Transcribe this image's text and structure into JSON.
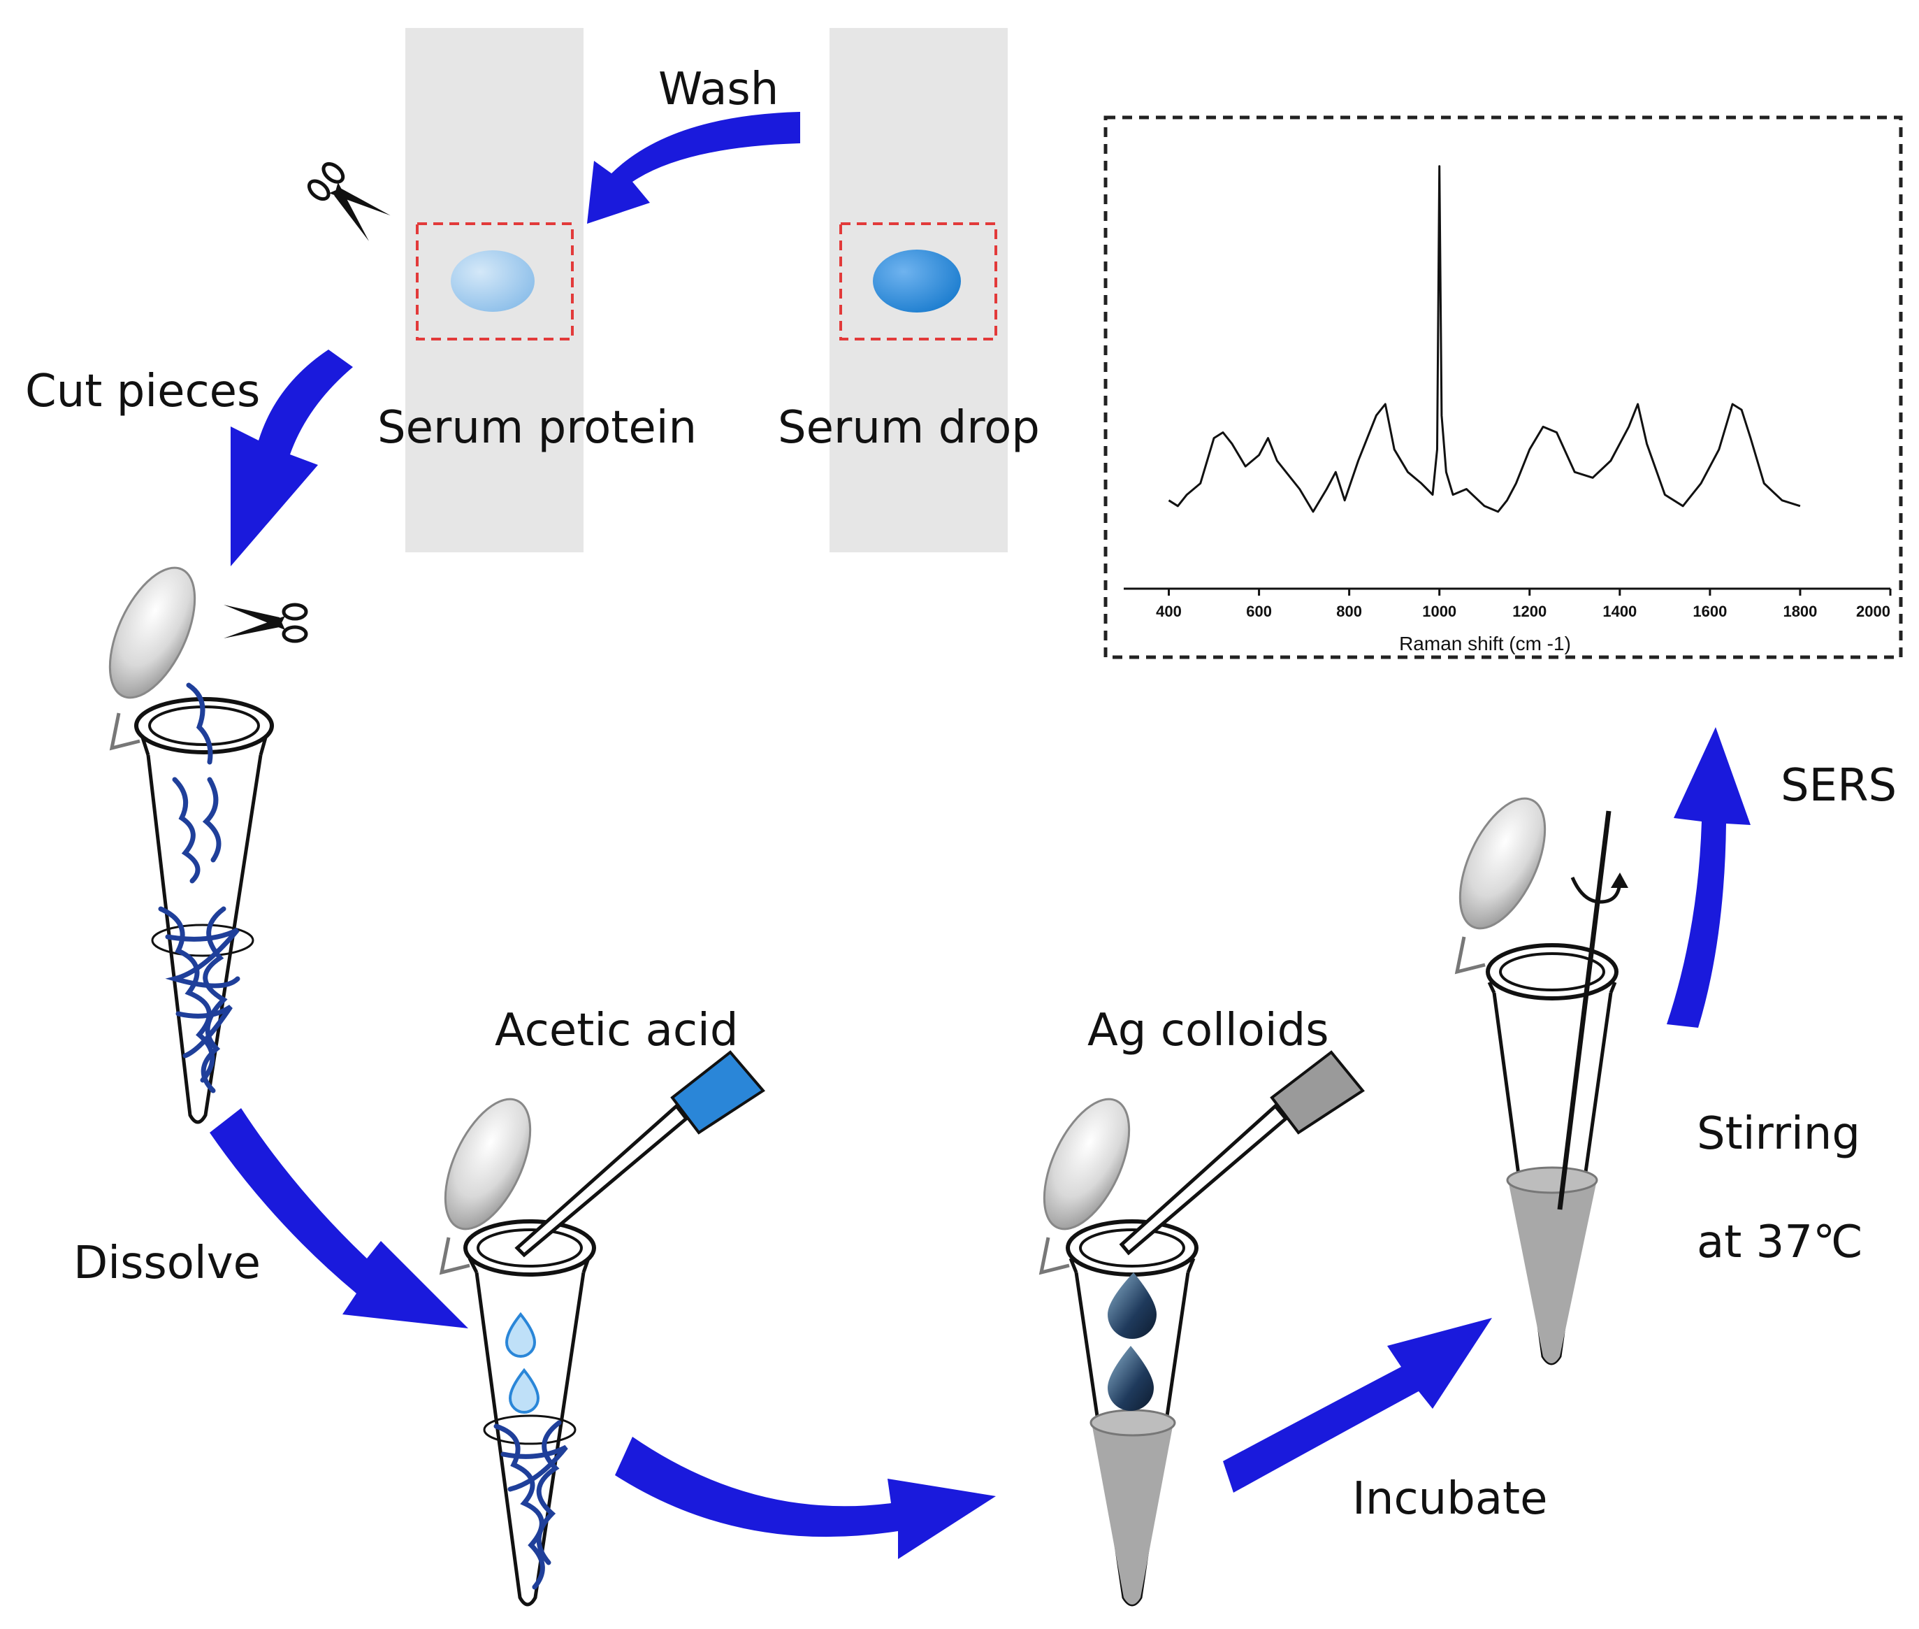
{
  "steps": {
    "wash": "Wash",
    "cut_pieces": "Cut pieces",
    "serum_protein": "Serum protein",
    "serum_drop": "Serum drop",
    "dissolve": "Dissolve",
    "acetic_acid": "Acetic acid",
    "ag_colloids": "Ag colloids",
    "incubate": "Incubate",
    "stirring": "Stirring",
    "temperature": "at 37℃",
    "sers": "SERS"
  },
  "colors": {
    "arrow": "#1a1adc",
    "strip": "#e6e6e6",
    "dashed_box": "#e23a3a",
    "drop_light": "#9fc9ee",
    "drop_dark": "#1f7fd0",
    "fibers": "#1f3f9a",
    "liquid": "#a8a8a8",
    "acid_tip": "#2a86d8",
    "colloid_tip": "#9a9a9a"
  },
  "icons": [
    "scissors-icon",
    "tube-icon",
    "pipette-icon",
    "stir-rod-icon",
    "rotation-arrow-icon"
  ],
  "chart_data": {
    "type": "line",
    "xlabel": "Raman shift (cm -1)",
    "ylabel": "",
    "title": "",
    "xlim": [
      300,
      2000
    ],
    "xticks": [
      400,
      600,
      800,
      1000,
      1200,
      1400,
      1600,
      1800,
      2000
    ],
    "grid": false,
    "series": [
      {
        "x": [
          400,
          420,
          440,
          470,
          500,
          520,
          540,
          570,
          600,
          620,
          640,
          660,
          690,
          720,
          750,
          770,
          790,
          820,
          840,
          860,
          880,
          900,
          930,
          960,
          985,
          995,
          1000,
          1005,
          1015,
          1030,
          1060,
          1100,
          1130,
          1150,
          1170,
          1200,
          1230,
          1260,
          1300,
          1340,
          1380,
          1420,
          1440,
          1460,
          1500,
          1540,
          1580,
          1620,
          1650,
          1670,
          1690,
          1720,
          1760,
          1800
        ],
        "y": [
          15,
          10,
          20,
          30,
          70,
          75,
          65,
          45,
          55,
          70,
          50,
          40,
          25,
          5,
          25,
          40,
          15,
          50,
          70,
          90,
          100,
          60,
          40,
          30,
          20,
          60,
          310,
          90,
          40,
          20,
          25,
          10,
          5,
          15,
          30,
          60,
          80,
          75,
          40,
          35,
          50,
          80,
          100,
          65,
          20,
          10,
          30,
          60,
          100,
          95,
          70,
          30,
          15,
          10
        ]
      }
    ]
  }
}
